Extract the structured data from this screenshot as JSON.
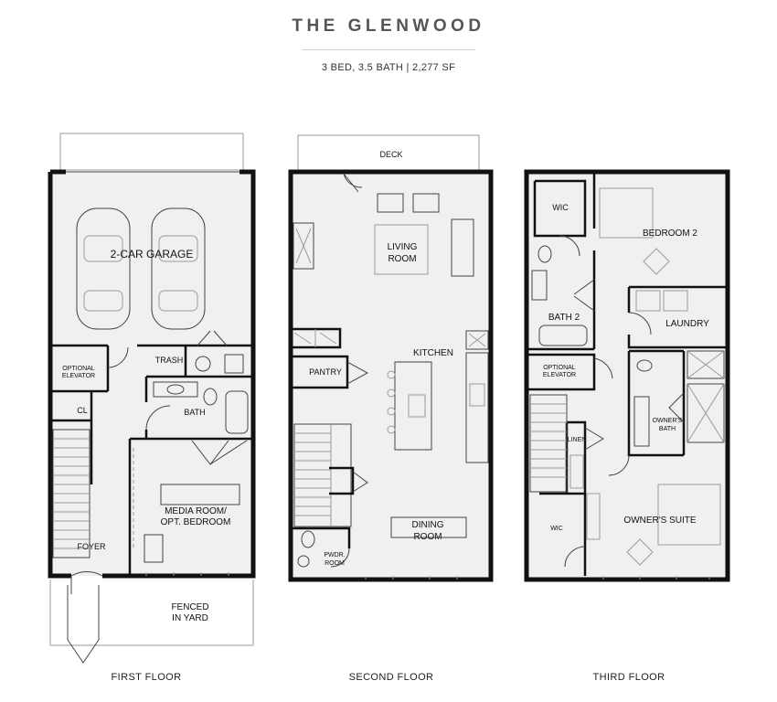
{
  "header": {
    "title": "THE GLENWOOD",
    "subtitle": "3 BED, 3.5 BATH | 2,277 SF"
  },
  "floors": {
    "first": {
      "label": "FIRST FLOOR",
      "rooms": {
        "garage": "2-CAR GARAGE",
        "elevator_1": "OPTIONAL",
        "elevator_2": "ELEVATOR",
        "trash": "TRASH",
        "cl": "CL",
        "bath": "BATH",
        "media_1": "MEDIA ROOM/",
        "media_2": "OPT. BEDROOM",
        "foyer": "FOYER",
        "yard_1": "FENCED",
        "yard_2": "IN YARD"
      }
    },
    "second": {
      "label": "SECOND FLOOR",
      "rooms": {
        "deck": "DECK",
        "living_1": "LIVING",
        "living_2": "ROOM",
        "kitchen": "KITCHEN",
        "pantry": "PANTRY",
        "dining_1": "DINING",
        "dining_2": "ROOM",
        "powder_1": "PWDR.",
        "powder_2": "ROOM"
      }
    },
    "third": {
      "label": "THIRD FLOOR",
      "rooms": {
        "wic_top": "WIC",
        "bedroom2": "BEDROOM 2",
        "bath2": "BATH 2",
        "laundry": "LAUNDRY",
        "elevator_1": "OPTIONAL",
        "elevator_2": "ELEVATOR",
        "owners_bath_1": "OWNER'S",
        "owners_bath_2": "BATH",
        "linen": "LINEN",
        "wic_bottom": "WIC",
        "owners_suite": "OWNER'S SUITE"
      }
    }
  }
}
